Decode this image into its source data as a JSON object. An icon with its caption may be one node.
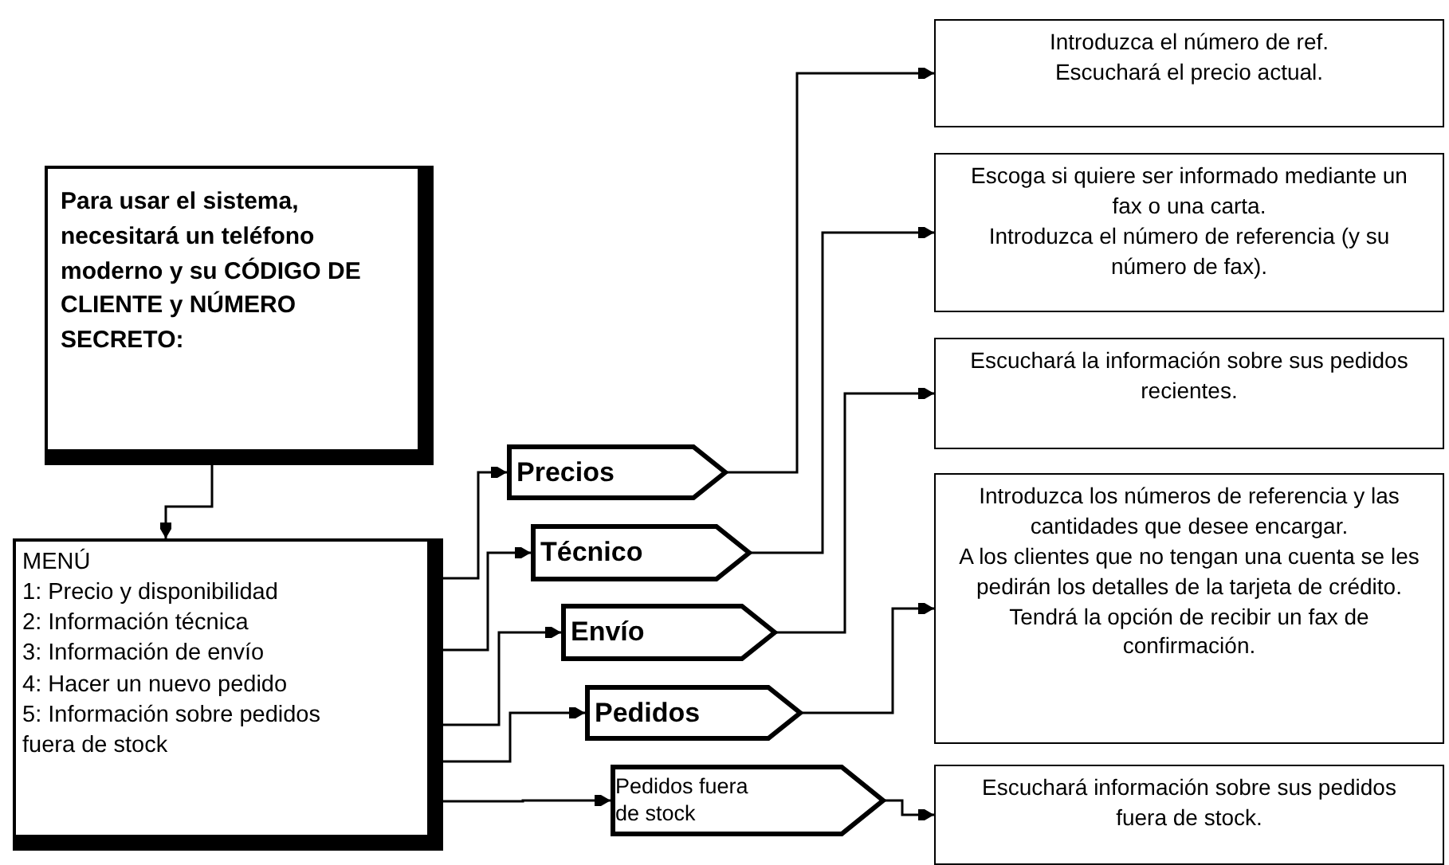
{
  "diagram": {
    "nodes": [
      {
        "text": [
          "Para usar el sistema, necesitará un teléfono moderno y su CÓDIGO DE CLIENTE y NÚMERO SECRETO:"
        ]
      },
      {
        "text": [
          "MENÚ",
          "1: Precio y disponibilidad",
          "2: Información técnica",
          "3: Información de envío",
          "4: Hacer un nuevo pedido",
          "5: Información sobre pedidos fuera de stock"
        ]
      },
      {
        "text": [
          "Precios"
        ]
      },
      {
        "text": [
          "Técnico"
        ]
      },
      {
        "text": [
          "Envío"
        ]
      },
      {
        "text": [
          "Pedidos"
        ]
      },
      {
        "text": [
          "Pedidos fuera de stock"
        ]
      },
      {
        "text": [
          "Introduzca el número de ref.",
          "Escuchará el precio actual."
        ]
      },
      {
        "text": [
          "Escoga si quiere ser informado mediante un fax o una carta.",
          "Introduzca el número de referencia (y su número de fax)."
        ]
      },
      {
        "text": [
          "Escuchará la información sobre sus pedidos recientes."
        ]
      },
      {
        "text": [
          "Introduzca los números de referencia y las cantidades que desee encargar.",
          "A los clientes que no tengan una cuenta se les pedirán los detalles de la tarjeta de crédito.",
          "Tendrá la opción de recibir un fax de confirmación."
        ]
      },
      {
        "text": [
          "Escuchará información sobre sus pedidos fuera de stock."
        ]
      }
    ],
    "edges": [
      {
        "from": 0,
        "to": 1,
        "arrow": "to"
      },
      {
        "from": 1,
        "to": 2,
        "arrow": "to"
      },
      {
        "from": 1,
        "to": 3,
        "arrow": "to"
      },
      {
        "from": 1,
        "to": 4,
        "arrow": "to"
      },
      {
        "from": 1,
        "to": 5,
        "arrow": "to"
      },
      {
        "from": 1,
        "to": 6,
        "arrow": "to"
      },
      {
        "from": 2,
        "to": 7,
        "arrow": "to"
      },
      {
        "from": 3,
        "to": 8,
        "arrow": "to"
      },
      {
        "from": 4,
        "to": 9,
        "arrow": "to"
      },
      {
        "from": 5,
        "to": 10,
        "arrow": "to"
      },
      {
        "from": 6,
        "to": 11,
        "arrow": "to"
      }
    ]
  }
}
